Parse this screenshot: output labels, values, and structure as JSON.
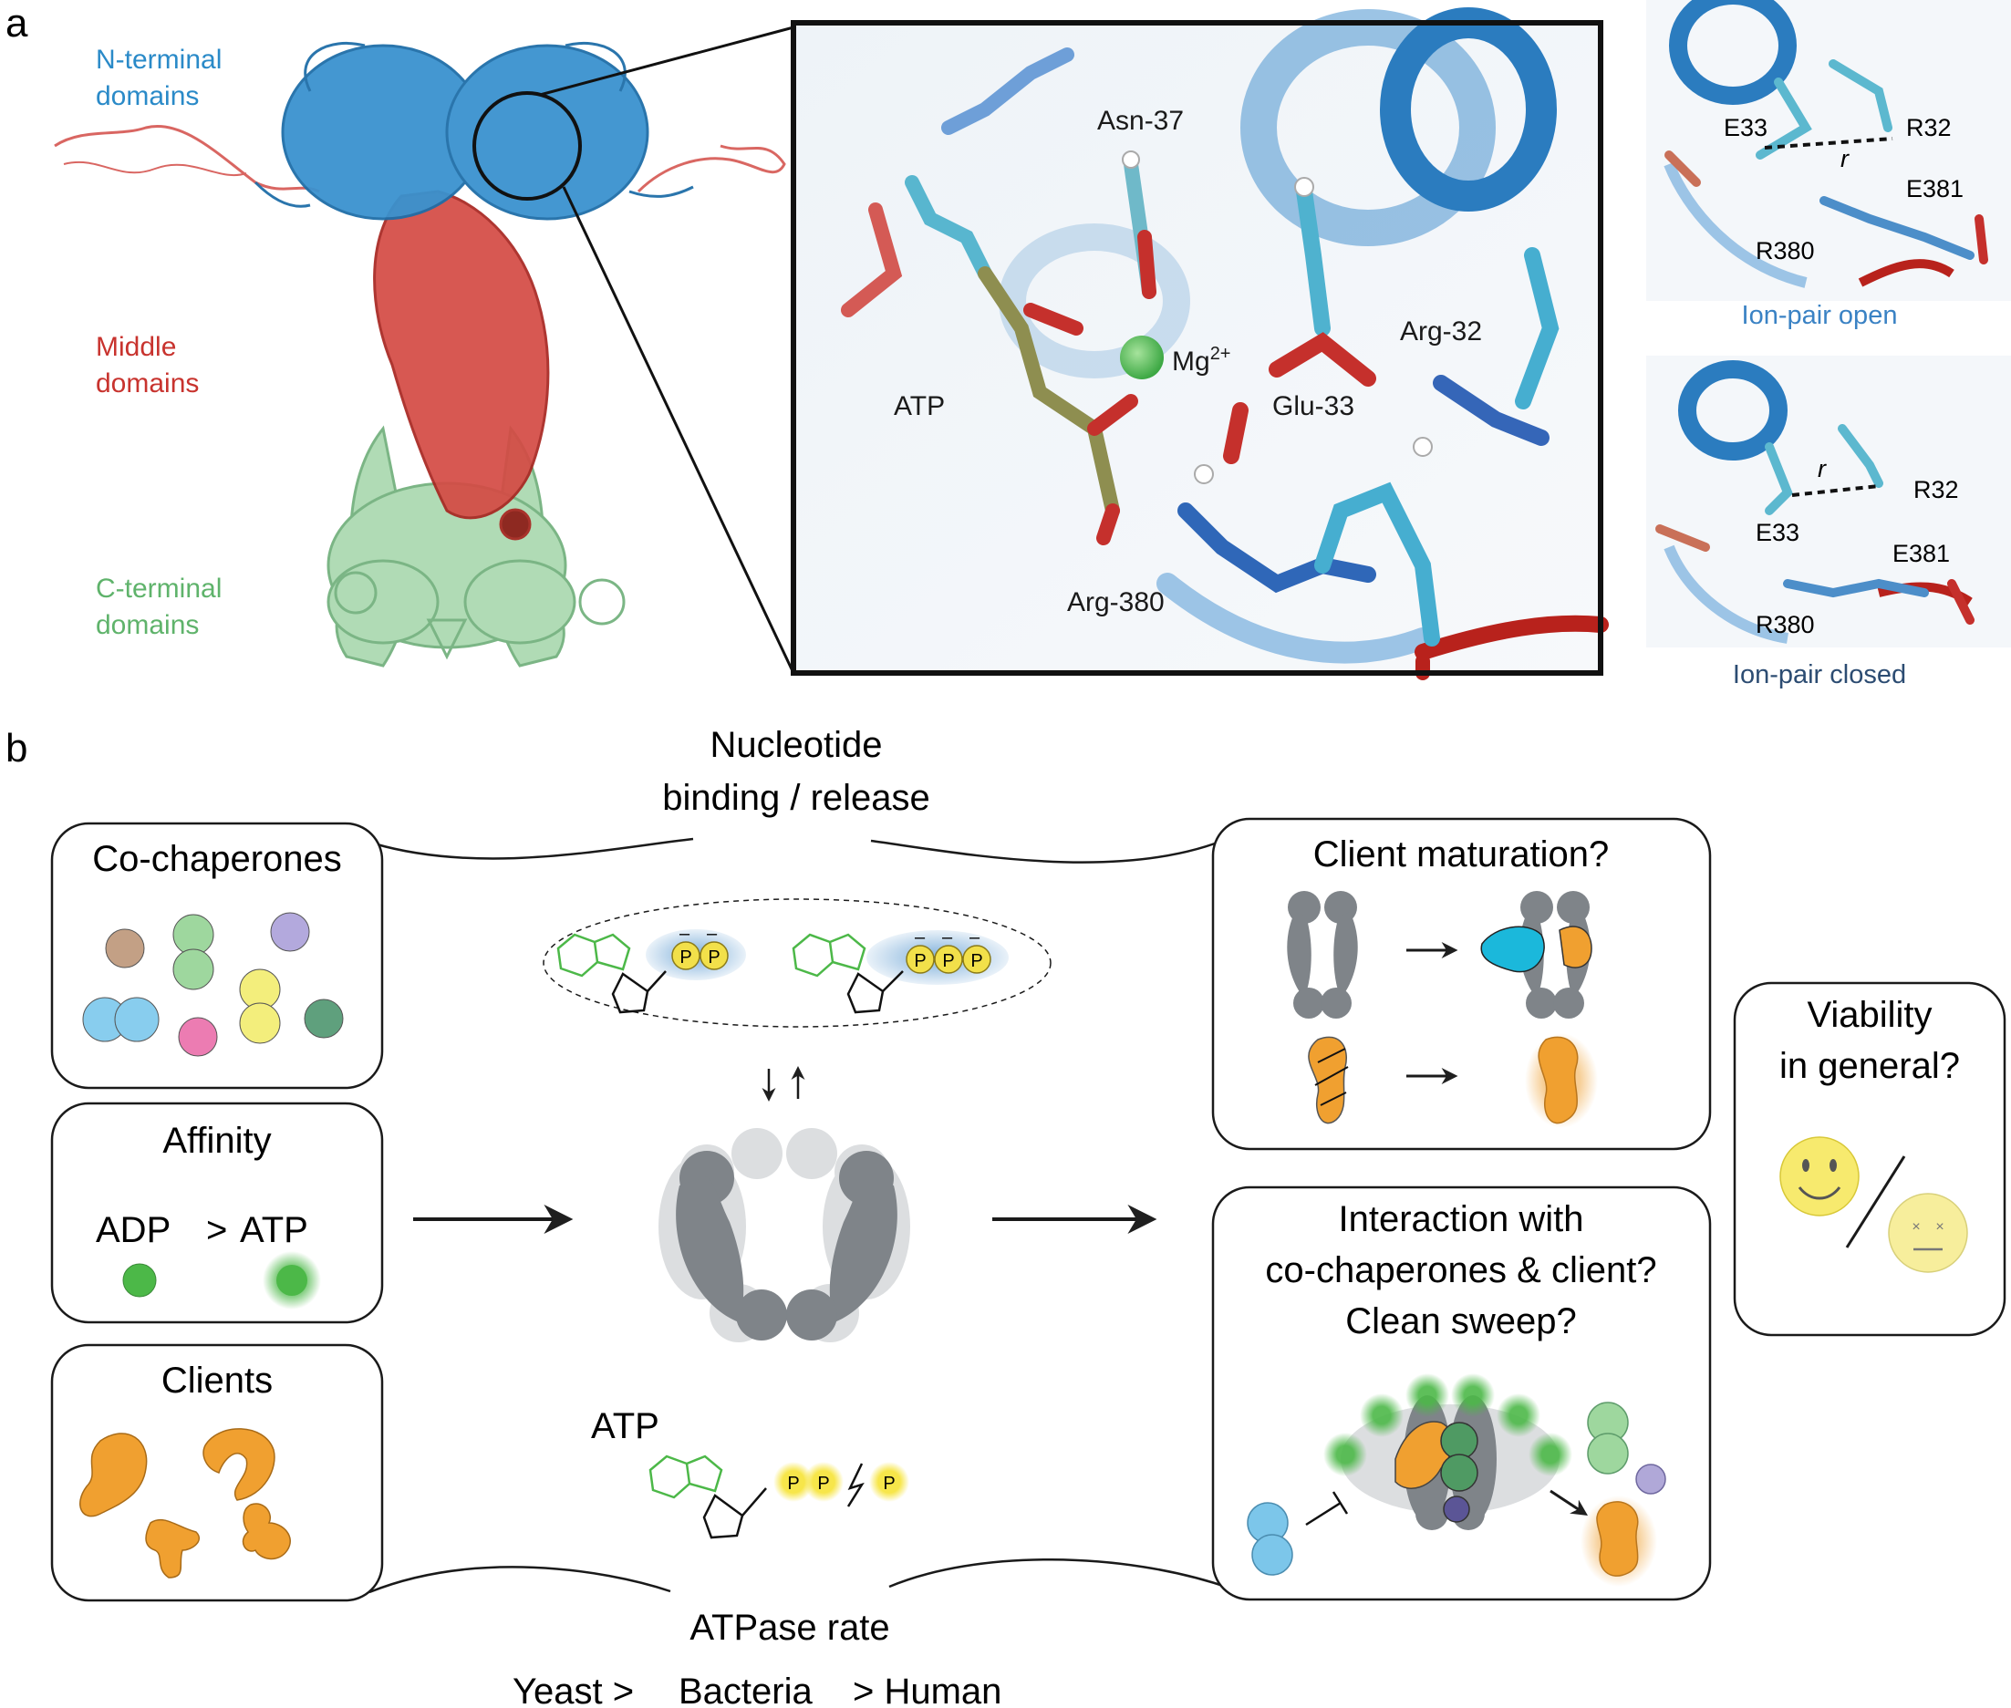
{
  "panel_a": {
    "label": "a",
    "domain_labels": {
      "n_terminal_1": "N-terminal",
      "n_terminal_2": "domains",
      "middle_1": "Middle",
      "middle_2": "domains",
      "c_terminal_1": "C-terminal",
      "c_terminal_2": "domains"
    },
    "zoom_labels": {
      "asn37": "Asn-37",
      "mg": "Mg",
      "mg_sup": "2+",
      "atp": "ATP",
      "glu33": "Glu-33",
      "arg32": "Arg-32",
      "arg380": "Arg-380"
    },
    "ion_pair_open": {
      "e33": "E33",
      "r32": "R32",
      "r": "r",
      "e381": "E381",
      "r380": "R380",
      "caption": "Ion-pair open"
    },
    "ion_pair_closed": {
      "r": "r",
      "r32": "R32",
      "e33": "E33",
      "e381": "E381",
      "r380": "R380",
      "caption": "Ion-pair closed"
    },
    "colors": {
      "n_terminal": "#2a8ac8",
      "middle": "#c8332e",
      "c_terminal": "#7ec48a"
    }
  },
  "panel_b": {
    "label": "b",
    "nucleotide_1": "Nucleotide",
    "nucleotide_2": "binding / release",
    "cochaperones_title": "Co-chaperones",
    "affinity_title": "Affinity",
    "affinity_adp": "ADP",
    "affinity_gt": ">",
    "affinity_atp": "ATP",
    "clients_title": "Clients",
    "phosphate": "P",
    "atp_label": "ATP",
    "atpase_rate": "ATPase rate",
    "rate_yeast": "Yeast >",
    "rate_bacteria": "Bacteria",
    "rate_human": "> Human",
    "maturation_title": "Client maturation?",
    "interaction_1": "Interaction with",
    "interaction_2": "co-chaperones & client?",
    "interaction_3": "Clean sweep?",
    "viability_1": "Viability",
    "viability_2": "in general?",
    "colors": {
      "green": "#4cb848",
      "yellow": "#f2e54c",
      "orange": "#f0a030",
      "gray": "#7f8489",
      "blue": "#7cc6ea",
      "purple": "#b0a8d8"
    }
  }
}
